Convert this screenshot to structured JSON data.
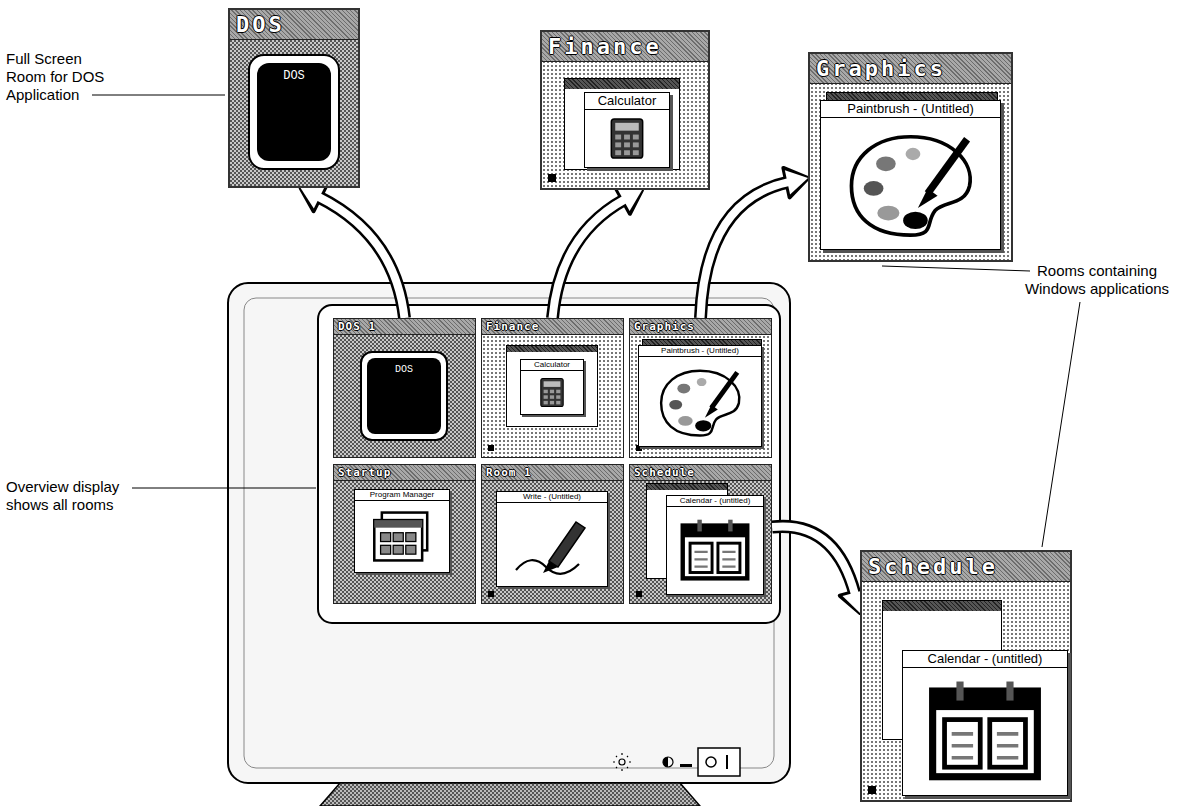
{
  "diagram": {
    "nodes": [
      {
        "text": [
          "DOS"
        ]
      },
      {
        "text": [
          "DOS"
        ],
        "in": 0
      },
      {
        "text": [
          "Finance"
        ]
      },
      {
        "text": [
          "Calculator"
        ],
        "in": 2
      },
      {
        "text": [
          "Graphics"
        ]
      },
      {
        "text": [
          "Paintbrush - (Untitled)"
        ],
        "in": 4
      },
      {
        "text": [
          "DOS 1"
        ]
      },
      {
        "text": [
          "DOS"
        ],
        "in": 6
      },
      {
        "text": [
          "Finance"
        ]
      },
      {
        "text": [
          "Calculator"
        ],
        "in": 8
      },
      {
        "text": [
          "Graphics"
        ]
      },
      {
        "text": [
          "Paintbrush - (Untitled)"
        ],
        "in": 10
      },
      {
        "text": [
          "Schedule"
        ]
      },
      {
        "text": [
          "Calendar - (untitled)"
        ],
        "in": 12
      },
      {
        "text": [
          "Startup"
        ]
      },
      {
        "text": [
          "Program Manager"
        ],
        "in": 14
      },
      {
        "text": [
          "Room 1"
        ]
      },
      {
        "text": [
          "Write - (Untitled)"
        ],
        "in": 16
      },
      {
        "text": [
          "Schedule"
        ]
      },
      {
        "text": [
          "Calendar - (untitled)"
        ],
        "in": 18
      }
    ],
    "edges": [
      {
        "from": 6,
        "to": 0,
        "arrow": "to"
      },
      {
        "from": 8,
        "to": 2,
        "arrow": "to"
      },
      {
        "from": 10,
        "to": 4,
        "arrow": "to"
      },
      {
        "from": 18,
        "to": 12,
        "arrow": "to"
      }
    ],
    "labels": [
      "Full Screen Room for DOS Application",
      "Rooms containing Windows applications",
      "Overview display shows all rooms"
    ]
  }
}
